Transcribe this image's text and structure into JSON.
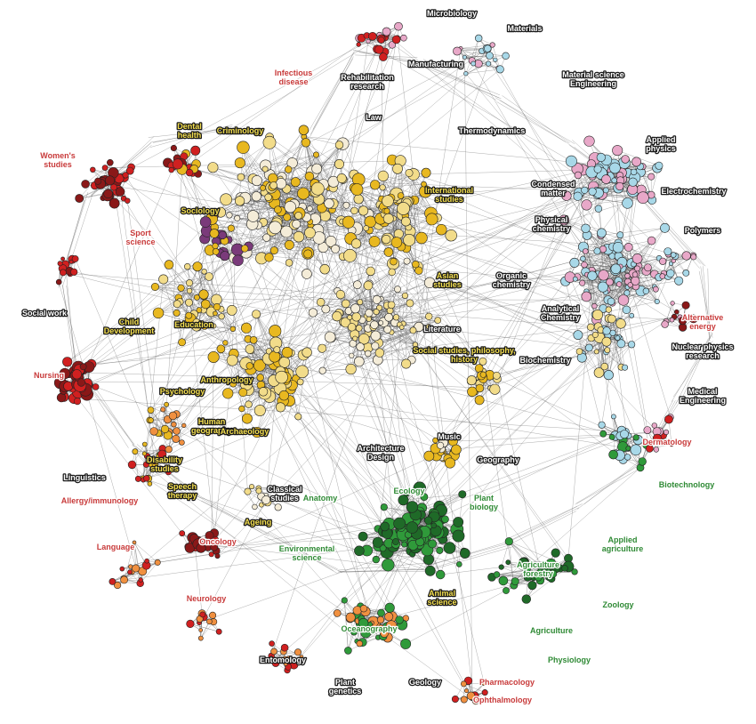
{
  "colors": {
    "background": "#ffffff",
    "edge": "#5a5a5a",
    "humanities_gold": "#e8b820",
    "humanities_pale": "#f2dc8a",
    "arts_white": "#f4ecd8",
    "arts_purple": "#7a3a7a",
    "health_red": "#d02020",
    "health_dark": "#8a1818",
    "life_green": "#2f9a3a",
    "life_dark": "#1f6a28",
    "chem_blue": "#a8d8e8",
    "chem_pink": "#e8a8c8",
    "earth_orange": "#f09040",
    "label_gold_fill": "#f5e050",
    "label_red_fill": "#c83a3a",
    "label_green_fill": "#2f8a35",
    "label_white_fill": "#ffffff",
    "label_halo_dark": "#1a1a1a",
    "label_halo_light": "#ffffff"
  },
  "labels": [
    {
      "id": "microbiology",
      "text": "Microbiology",
      "style": "white"
    },
    {
      "id": "materials_top",
      "text": "Materials",
      "style": "white"
    },
    {
      "id": "manufacturing",
      "text": "Manufacturing",
      "style": "white"
    },
    {
      "id": "materials_eng",
      "text": "Material science\nEngineering",
      "style": "white"
    },
    {
      "id": "rehab",
      "text": "Rehabilitation\nresearch",
      "style": "white"
    },
    {
      "id": "law",
      "text": "Law",
      "style": "white"
    },
    {
      "id": "thermodynamics",
      "text": "Thermodynamics",
      "style": "white"
    },
    {
      "id": "applied_physics",
      "text": "Applied\nphysics",
      "style": "white"
    },
    {
      "id": "condensed",
      "text": "Condensed\nmatter",
      "style": "white"
    },
    {
      "id": "electrochem",
      "text": "Electrochemistry",
      "style": "white"
    },
    {
      "id": "physical_chem",
      "text": "Physical\nchemistry",
      "style": "white"
    },
    {
      "id": "polymers",
      "text": "Polymers",
      "style": "white"
    },
    {
      "id": "organic_chem",
      "text": "Organic\nchemistry",
      "style": "white"
    },
    {
      "id": "intl_studies",
      "text": "International\nstudies",
      "style": "gold"
    },
    {
      "id": "asian_studies",
      "text": "Asian\nstudies",
      "style": "gold"
    },
    {
      "id": "literature",
      "text": "Literature",
      "style": "white"
    },
    {
      "id": "analytical_chem",
      "text": "Analytical\nChemistry",
      "style": "white"
    },
    {
      "id": "alt_energy",
      "text": "Alternative\nenergy",
      "style": "red"
    },
    {
      "id": "nuclear",
      "text": "Nuclear physics\nresearch",
      "style": "white"
    },
    {
      "id": "biochemistry",
      "text": "Biochemistry",
      "style": "white"
    },
    {
      "id": "medical_eng",
      "text": "Medical\nEngineering",
      "style": "white"
    },
    {
      "id": "dermatology",
      "text": "Dermatology",
      "style": "red"
    },
    {
      "id": "dental",
      "text": "Dental\nhealth",
      "style": "gold"
    },
    {
      "id": "womens_studies",
      "text": "Women's\nstudies",
      "style": "red"
    },
    {
      "id": "sport",
      "text": "Sport\nscience",
      "style": "red"
    },
    {
      "id": "criminology",
      "text": "Criminology",
      "style": "gold"
    },
    {
      "id": "sociology",
      "text": "Sociology",
      "style": "gold"
    },
    {
      "id": "social_work",
      "text": "Social work",
      "style": "white"
    },
    {
      "id": "child",
      "text": "Child\nDevelopment",
      "style": "gold"
    },
    {
      "id": "education",
      "text": "Education",
      "style": "gold"
    },
    {
      "id": "nursing",
      "text": "Nursing",
      "style": "red"
    },
    {
      "id": "anthropology",
      "text": "Anthropology",
      "style": "gold"
    },
    {
      "id": "psychology",
      "text": "Psychology",
      "style": "gold"
    },
    {
      "id": "human_geo",
      "text": "Human\ngeography",
      "style": "gold"
    },
    {
      "id": "archaeology",
      "text": "Archaeology",
      "style": "gold"
    },
    {
      "id": "hist_philo",
      "text": "Social studies, philosophy,\nhistory",
      "style": "gold"
    },
    {
      "id": "music",
      "text": "Music",
      "style": "white"
    },
    {
      "id": "arch_design",
      "text": "Architecture\nDesign",
      "style": "white"
    },
    {
      "id": "classical",
      "text": "Classical\nstudies",
      "style": "white"
    },
    {
      "id": "disability",
      "text": "Disability\nstudies",
      "style": "gold"
    },
    {
      "id": "speech",
      "text": "Speech\ntherapy",
      "style": "gold"
    },
    {
      "id": "ageing",
      "text": "Ageing",
      "style": "gold"
    },
    {
      "id": "linguistics",
      "text": "Linguistics",
      "style": "white"
    },
    {
      "id": "allergy",
      "text": "Allergy/immunology",
      "style": "red"
    },
    {
      "id": "oncology",
      "text": "Oncology",
      "style": "red"
    },
    {
      "id": "language",
      "text": "Language",
      "style": "red"
    },
    {
      "id": "neurology",
      "text": "Neurology",
      "style": "red"
    },
    {
      "id": "anatomy",
      "text": "Anatomy",
      "style": "green"
    },
    {
      "id": "biotechnology",
      "text": "Biotechnology",
      "style": "green"
    },
    {
      "id": "plant_bio",
      "text": "Plant\nbiology",
      "style": "green"
    },
    {
      "id": "ecology",
      "text": "Ecology",
      "style": "green"
    },
    {
      "id": "env_science",
      "text": "Environmental\nscience",
      "style": "green"
    },
    {
      "id": "applied_agri",
      "text": "Applied\nagriculture",
      "style": "green"
    },
    {
      "id": "agri",
      "text": "Agriculture\nforestry",
      "style": "green"
    },
    {
      "id": "animal_sci",
      "text": "Animal\nscience",
      "style": "gold"
    },
    {
      "id": "zoology",
      "text": "Zoology",
      "style": "green"
    },
    {
      "id": "agriculture",
      "text": "Agriculture",
      "style": "green"
    },
    {
      "id": "physiology",
      "text": "Physiology",
      "style": "green"
    },
    {
      "id": "oceanography",
      "text": "Oceanography",
      "style": "green"
    },
    {
      "id": "geology",
      "text": "Geology",
      "style": "white"
    },
    {
      "id": "plant_genetics",
      "text": "Plant\ngenetics",
      "style": "white"
    },
    {
      "id": "pharmacology",
      "text": "Pharmacology",
      "style": "red"
    },
    {
      "id": "entomology",
      "text": "Entomology",
      "style": "white"
    },
    {
      "id": "ophthalmology",
      "text": "Ophthalmology",
      "style": "red"
    },
    {
      "id": "geography",
      "text": "Geography",
      "style": "white"
    },
    {
      "id": "infectious",
      "text": "Infectious\ndisease",
      "style": "red"
    }
  ]
}
